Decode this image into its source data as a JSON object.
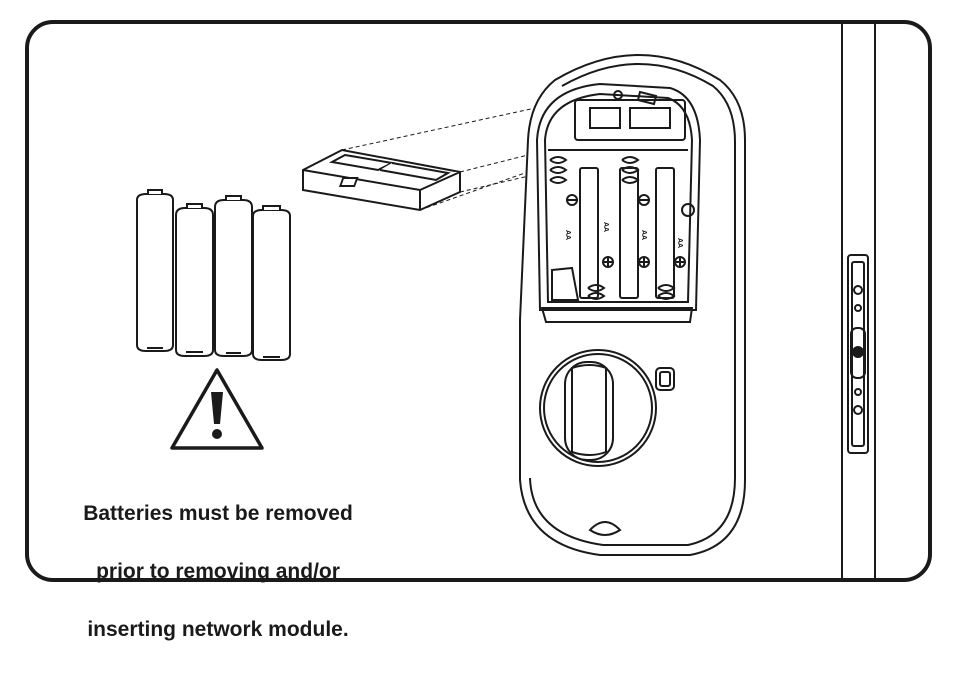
{
  "warning": {
    "line1": "Batteries must be removed",
    "line2": "prior to removing and/or",
    "line3": "inserting network module."
  },
  "battery_labels": [
    "AA",
    "AA",
    "AA",
    "AA"
  ],
  "icons": {
    "warning": "warning-triangle-icon"
  },
  "colors": {
    "ink": "#1a1a1a",
    "background": "#ffffff"
  }
}
